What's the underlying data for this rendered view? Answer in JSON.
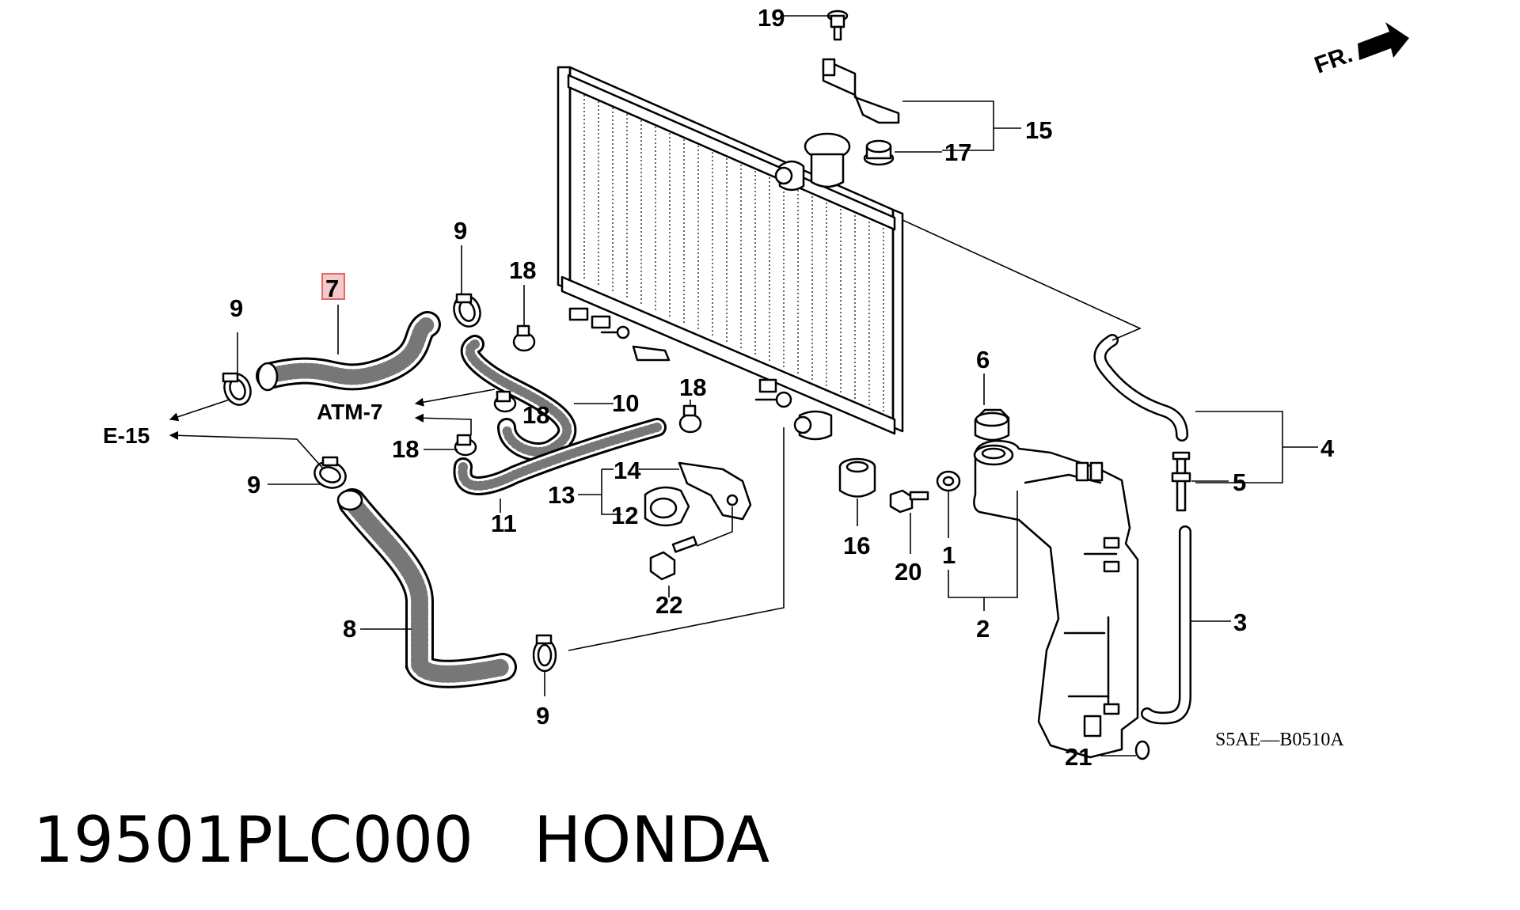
{
  "callouts": {
    "c1": "1",
    "c2": "2",
    "c3": "3",
    "c4": "4",
    "c5": "5",
    "c6": "6",
    "c7": "7",
    "c8": "8",
    "c9": "9",
    "c10": "10",
    "c11": "11",
    "c12": "12",
    "c13": "13",
    "c14": "14",
    "c15": "15",
    "c16": "16",
    "c17": "17",
    "c18": "18",
    "c19": "19",
    "c20": "20",
    "c21": "21",
    "c22": "22"
  },
  "references": {
    "e15": "E-15",
    "atm7": "ATM-7"
  },
  "front_marker": "FR.",
  "diagram_code": "S5AE—B0510A",
  "part_title": "19501PLC000   HONDA",
  "colors": {
    "highlight": "#e06a6a",
    "highlight_fill": "#f3c9c9"
  }
}
